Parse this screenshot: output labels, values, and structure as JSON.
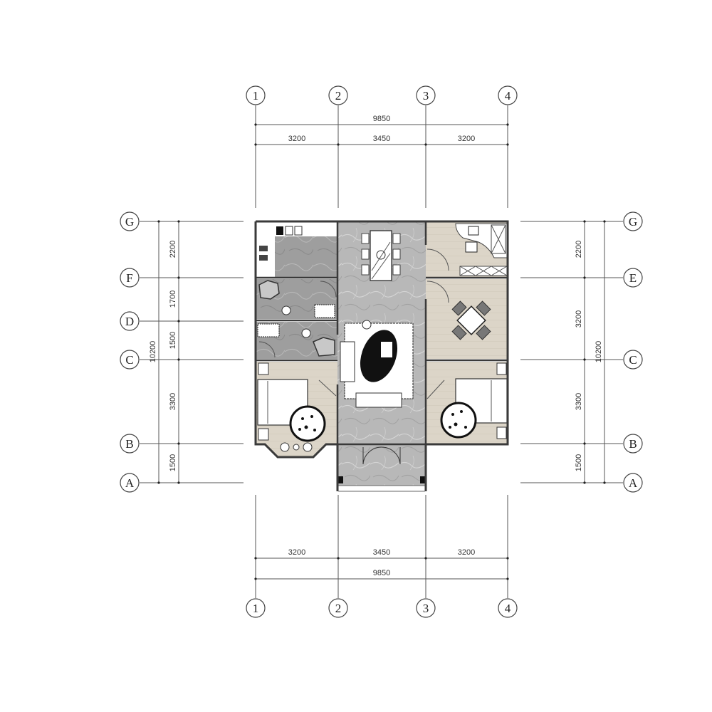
{
  "drawing": {
    "type": "floor-plan",
    "colors": {
      "wall": "#3a3a3a",
      "marble": "#b9b9b9",
      "marble_dark": "#9a9a9a",
      "wood": "#d9d2c5",
      "wet_tile": "#a8a8a8",
      "white": "#ffffff",
      "line": "#444444"
    },
    "axes_vertical": [
      {
        "id": "1",
        "label": "1"
      },
      {
        "id": "2",
        "label": "2"
      },
      {
        "id": "3",
        "label": "3"
      },
      {
        "id": "4",
        "label": "4"
      }
    ],
    "axes_horizontal_left": [
      {
        "id": "G",
        "label": "G"
      },
      {
        "id": "F",
        "label": "F"
      },
      {
        "id": "D",
        "label": "D"
      },
      {
        "id": "C",
        "label": "C"
      },
      {
        "id": "B",
        "label": "B"
      },
      {
        "id": "A",
        "label": "A"
      }
    ],
    "axes_horizontal_right": [
      {
        "id": "G",
        "label": "G"
      },
      {
        "id": "E",
        "label": "E"
      },
      {
        "id": "C",
        "label": "C"
      },
      {
        "id": "B",
        "label": "B"
      },
      {
        "id": "A",
        "label": "A"
      }
    ],
    "dimensions_top": {
      "total": "9850",
      "segments": [
        "3200",
        "3450",
        "3200"
      ]
    },
    "dimensions_bottom": {
      "total": "9850",
      "segments": [
        "3200",
        "3450",
        "3200"
      ]
    },
    "dimensions_left": {
      "total": "10200",
      "segments": [
        "2200",
        "1700",
        "1500",
        "3300",
        "1500"
      ]
    },
    "dimensions_right": {
      "total": "10200",
      "segments": [
        "2200",
        "3200",
        "3300",
        "1500"
      ]
    }
  }
}
